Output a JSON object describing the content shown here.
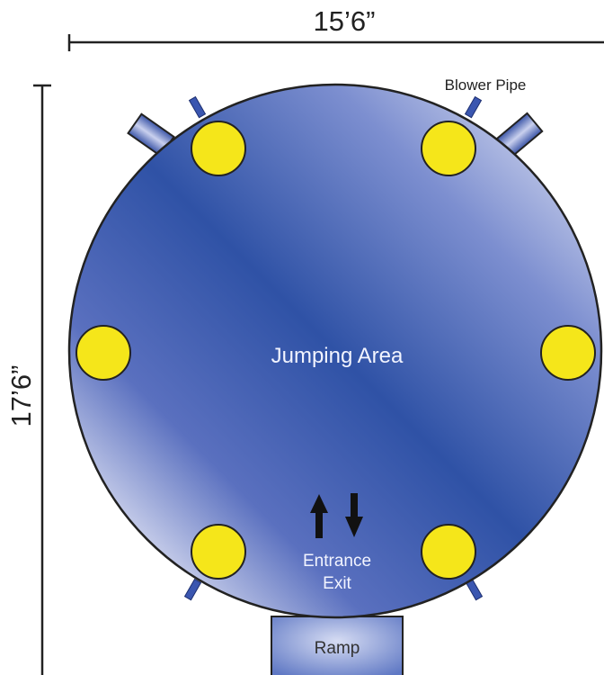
{
  "dimensions": {
    "width_label": "15’6”",
    "height_label": "17’6”"
  },
  "labels": {
    "jumping_area": "Jumping Area",
    "blower_pipe": "Blower Pipe",
    "entrance": "Entrance",
    "exit": "Exit",
    "ramp": "Ramp"
  },
  "colors": {
    "area_dark": "#2f52a6",
    "area_light": "#e6e8f6",
    "post": "#f5e61a",
    "pipe": "#3f5fb0"
  }
}
